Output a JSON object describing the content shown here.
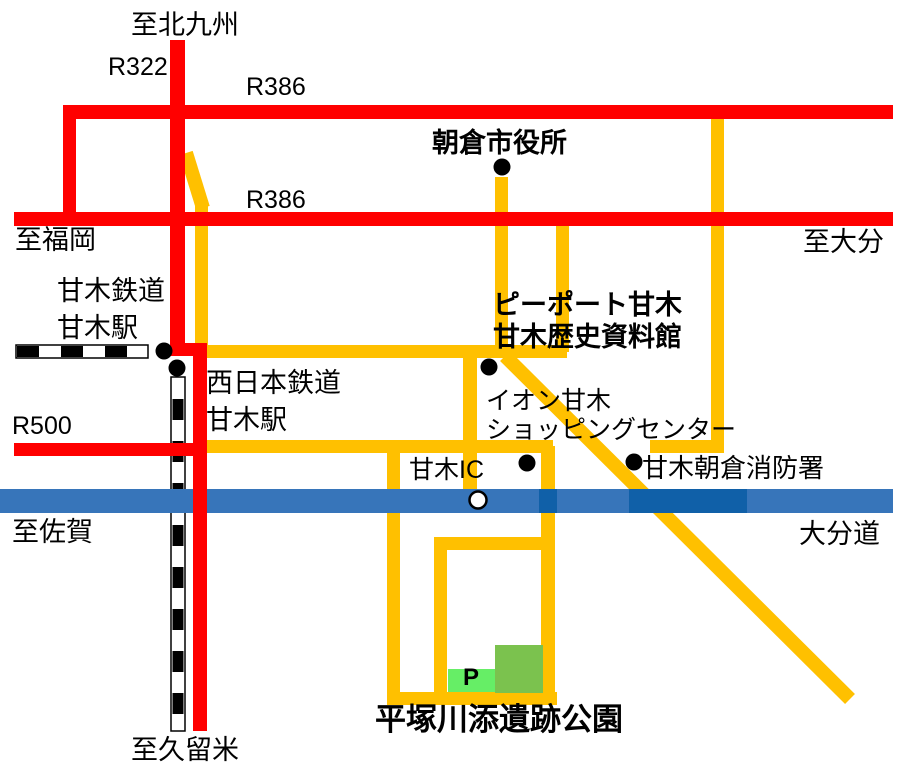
{
  "edge_destinations": {
    "to_kitakyushu": "至北九州",
    "to_fukuoka": "至福岡",
    "to_oita": "至大分",
    "to_saga": "至佐賀",
    "to_kurume": "至久留米"
  },
  "route_labels": {
    "r322": "R322",
    "r386_top": "R386",
    "r386_mid": "R386",
    "r500": "R500",
    "expressway_name": "大分道"
  },
  "places": {
    "city_hall": "朝倉市役所",
    "amagi_railway_station_line1": "甘木鉄道",
    "amagi_railway_station_line2": "甘木駅",
    "peepo_line1": "ピーポート甘木",
    "peepo_line2": "甘木歴史資料館",
    "nishitetsu_station_line1": "西日本鉄道",
    "nishitetsu_station_line2": "甘木駅",
    "aeon_line1": "イオン甘木",
    "aeon_line2": "ショッピングセンター",
    "amagi_ic": "甘木IC",
    "fire_station": "甘木朝倉消防署",
    "parking": "P",
    "park_name": "平塚川添遺跡公園"
  },
  "colors": {
    "national_road_red": "#FF0000",
    "local_road_yellow": "#FFC000",
    "expressway_blue": "#3775BA",
    "expressway_dark_blue": "#1060A8",
    "park_green": "#7BC24E",
    "parking_green": "#66EE66",
    "railway_black": "#000000",
    "railway_white": "#FFFFFF"
  }
}
